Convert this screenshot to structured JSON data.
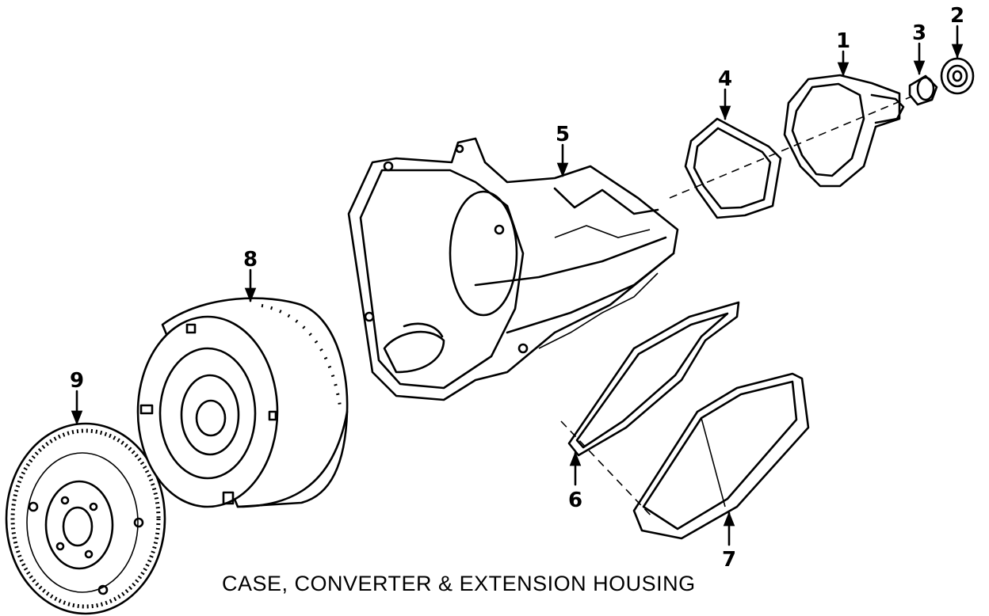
{
  "caption": "CASE, CONVERTER & EXTENSION HOUSING",
  "callouts": [
    {
      "id": "1",
      "text": "1"
    },
    {
      "id": "2",
      "text": "2"
    },
    {
      "id": "3",
      "text": "3"
    },
    {
      "id": "4",
      "text": "4"
    },
    {
      "id": "5",
      "text": "5"
    },
    {
      "id": "6",
      "text": "6"
    },
    {
      "id": "7",
      "text": "7"
    },
    {
      "id": "8",
      "text": "8"
    },
    {
      "id": "9",
      "text": "9"
    }
  ],
  "colors": {
    "ink": "#000000",
    "paper": "#ffffff"
  }
}
